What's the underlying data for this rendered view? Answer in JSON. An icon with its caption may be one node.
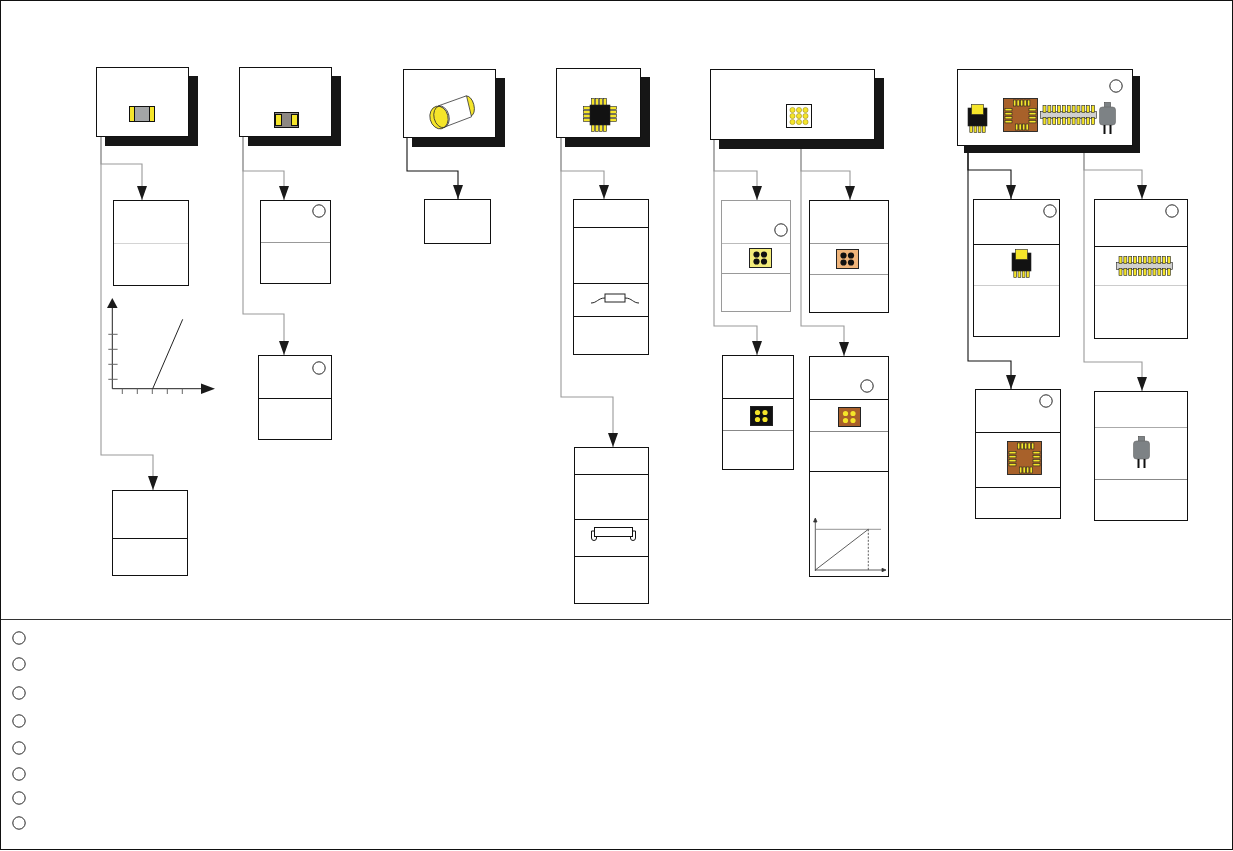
{
  "diagram": {
    "nodes": [
      {
        "text": [],
        "shape": "box"
      },
      {
        "text": [],
        "shape": "box"
      },
      {
        "text": [],
        "shape": "box"
      },
      {
        "text": [],
        "shape": "box"
      },
      {
        "text": [],
        "shape": "box"
      },
      {
        "text": [],
        "shape": "box"
      },
      {
        "text": [],
        "shape": "box"
      },
      {
        "text": [],
        "shape": "box"
      },
      {
        "text": [],
        "shape": "box"
      },
      {
        "text": [],
        "shape": "box"
      },
      {
        "text": [],
        "shape": "box"
      },
      {
        "text": [],
        "shape": "box"
      },
      {
        "text": [],
        "shape": "box"
      },
      {
        "text": [],
        "shape": "box"
      },
      {
        "text": [],
        "shape": "box"
      },
      {
        "text": [],
        "shape": "box"
      },
      {
        "text": [],
        "shape": "box"
      },
      {
        "text": [],
        "shape": "box"
      },
      {
        "text": [],
        "shape": "box"
      },
      {
        "text": [],
        "shape": "box"
      },
      {
        "text": [],
        "shape": "box"
      }
    ],
    "edges": [
      {
        "from": 0,
        "to": 6,
        "arrow": "to"
      },
      {
        "from": 0,
        "to": 7,
        "arrow": "to"
      },
      {
        "from": 1,
        "to": 8,
        "arrow": "to"
      },
      {
        "from": 1,
        "to": 9,
        "arrow": "to"
      },
      {
        "from": 2,
        "to": 10,
        "arrow": "to",
        "color": "#111111"
      },
      {
        "from": 3,
        "to": 11,
        "arrow": "to"
      },
      {
        "from": 3,
        "to": 12,
        "arrow": "to"
      },
      {
        "from": 4,
        "to": 13,
        "arrow": "to"
      },
      {
        "from": 4,
        "to": 15,
        "arrow": "to"
      },
      {
        "from": 4,
        "to": 14,
        "arrow": "to"
      },
      {
        "from": 4,
        "to": 16,
        "arrow": "to"
      },
      {
        "from": 5,
        "to": 17,
        "arrow": "to",
        "color": "#111111"
      },
      {
        "from": 5,
        "to": 19,
        "arrow": "to",
        "color": "#111111"
      },
      {
        "from": 5,
        "to": 18,
        "arrow": "to"
      },
      {
        "from": 5,
        "to": 20,
        "arrow": "to"
      }
    ]
  }
}
